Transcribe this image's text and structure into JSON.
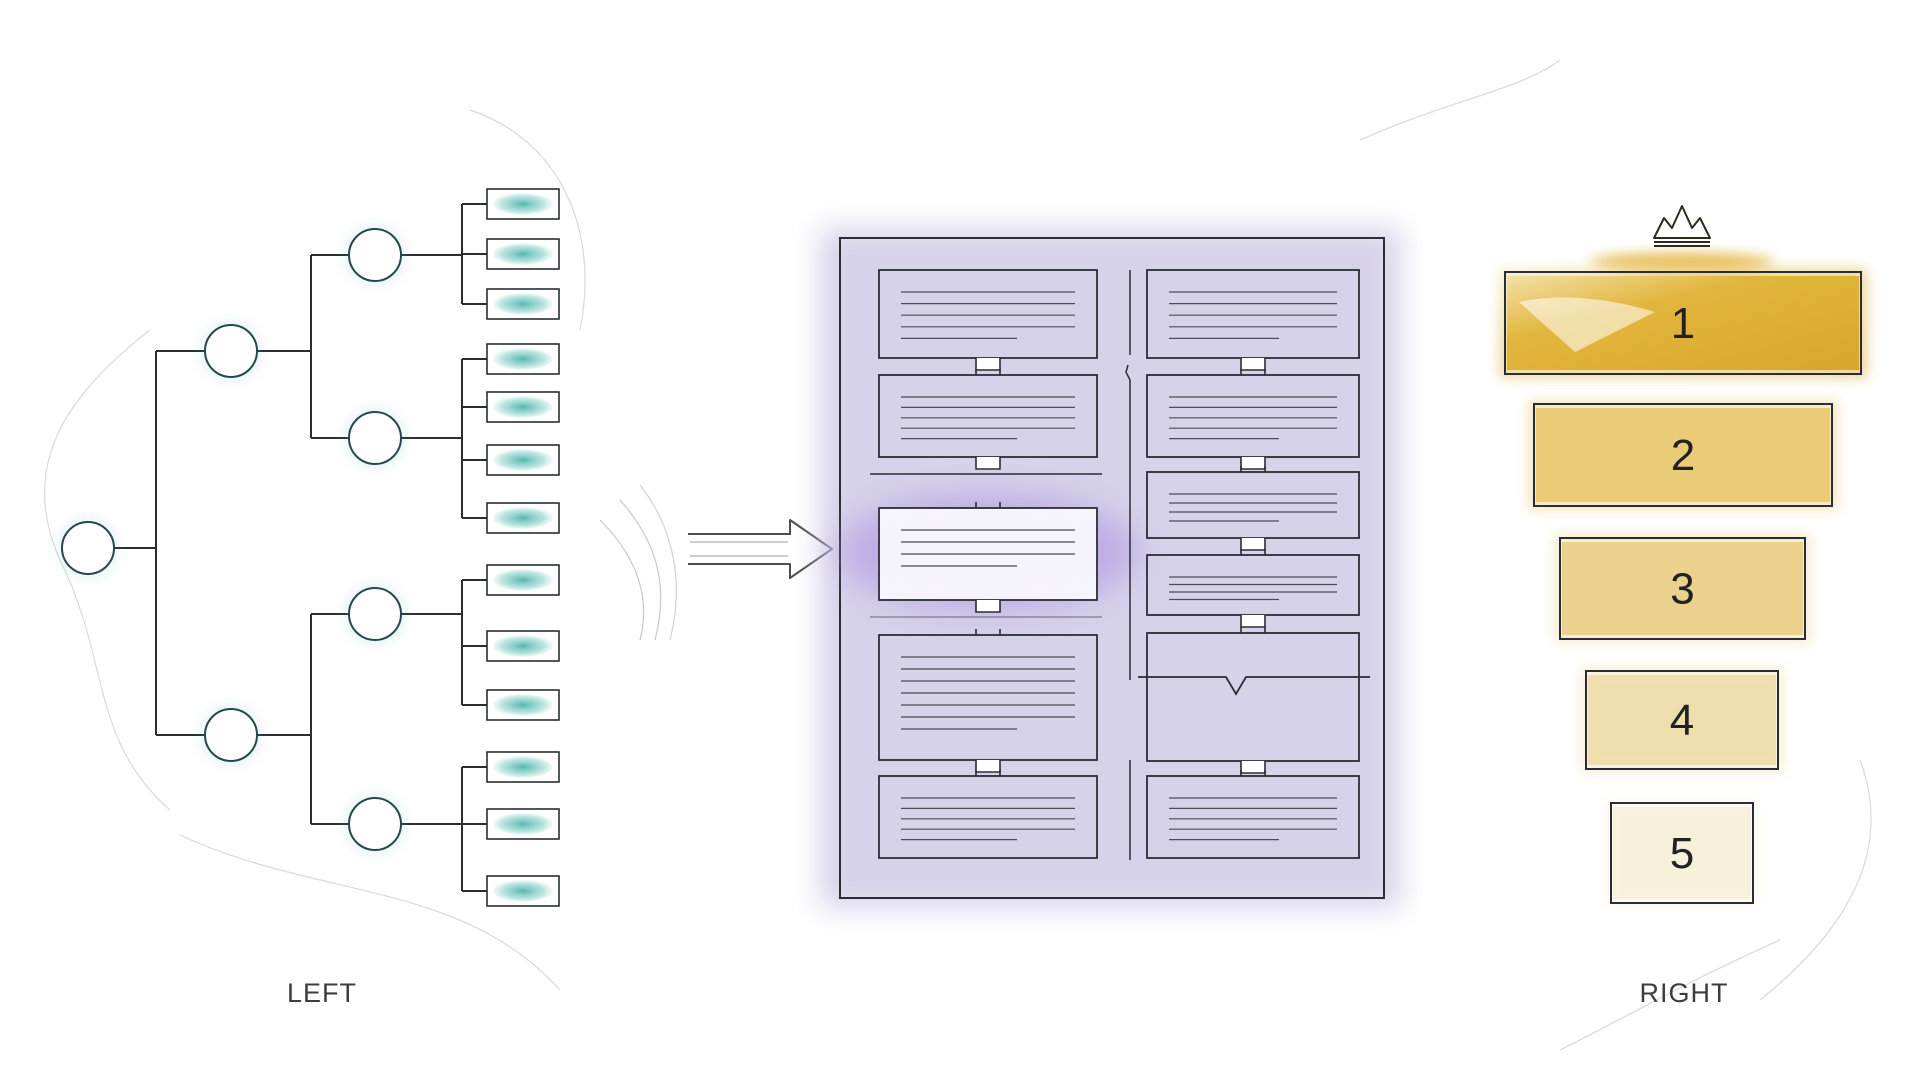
{
  "labels": {
    "left": "LEFT",
    "right": "RIGHT"
  },
  "ranking": {
    "items": [
      "1",
      "2",
      "3",
      "4",
      "5"
    ],
    "top_marker": "crown-icon"
  },
  "tree": {
    "depth": 3,
    "leaf_groups": [
      3,
      4,
      3,
      3
    ]
  },
  "colors": {
    "ink": "#2a2d33",
    "tree_node_stroke": "#26474b",
    "leaf_fill": "#5fbfb8",
    "doc_wash": "#c9c3e3",
    "doc_highlight": "#a98fe0",
    "gold": "#d8ad2f",
    "gold_light": "#ecd28a",
    "caption": "#3d3d3d"
  }
}
